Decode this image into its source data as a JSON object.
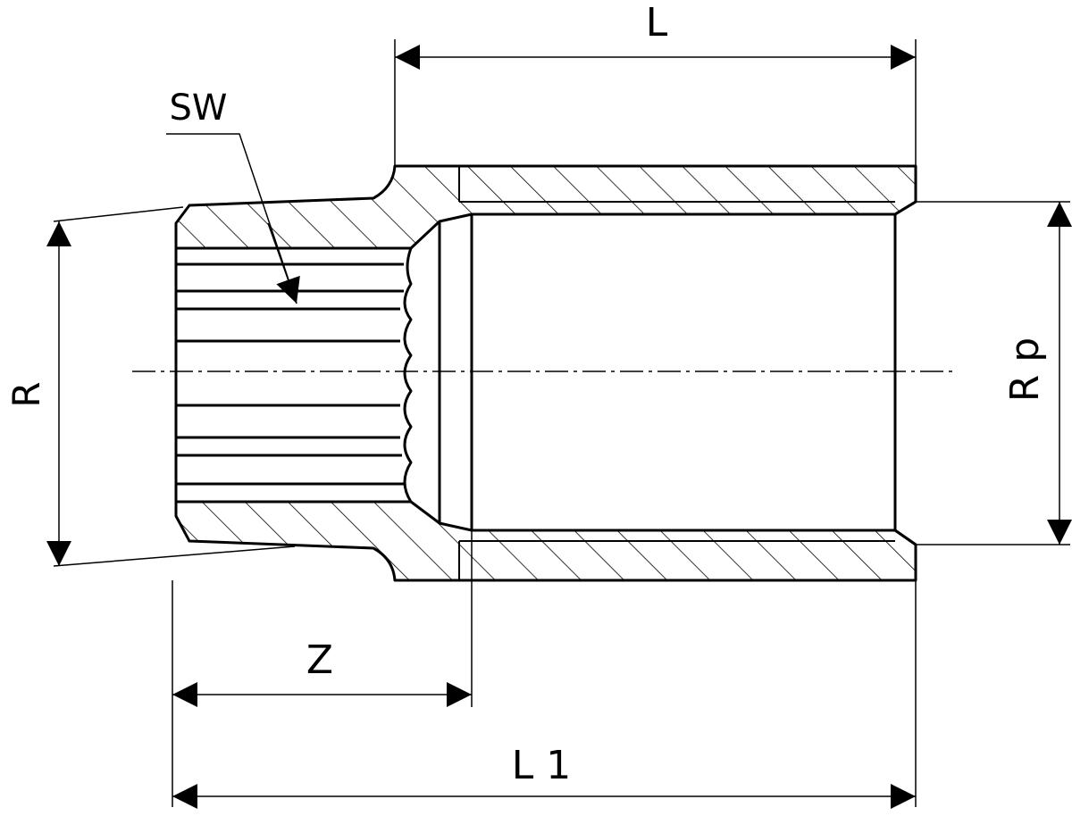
{
  "drawing": {
    "labels": {
      "L": "L",
      "SW": "SW",
      "R": "R",
      "Rp": "R p",
      "Z": "Z",
      "L1": "L 1"
    }
  },
  "colors": {
    "stroke": "#000000",
    "background": "#ffffff"
  }
}
